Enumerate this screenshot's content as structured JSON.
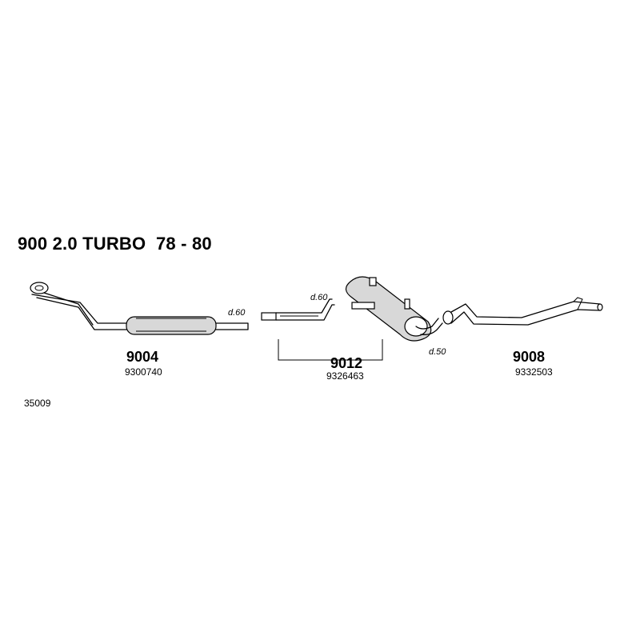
{
  "title": "900 2.0 TURBO  78 - 80",
  "parts": [
    {
      "number": "9004",
      "ref": "9300740",
      "diameter": "d.60"
    },
    {
      "number": "9012",
      "ref": "9326463",
      "diameter_inlet": "d.60",
      "diameter_outlet": "d.50"
    },
    {
      "number": "9008",
      "ref": "9332503"
    }
  ],
  "diagram_code": "35009"
}
